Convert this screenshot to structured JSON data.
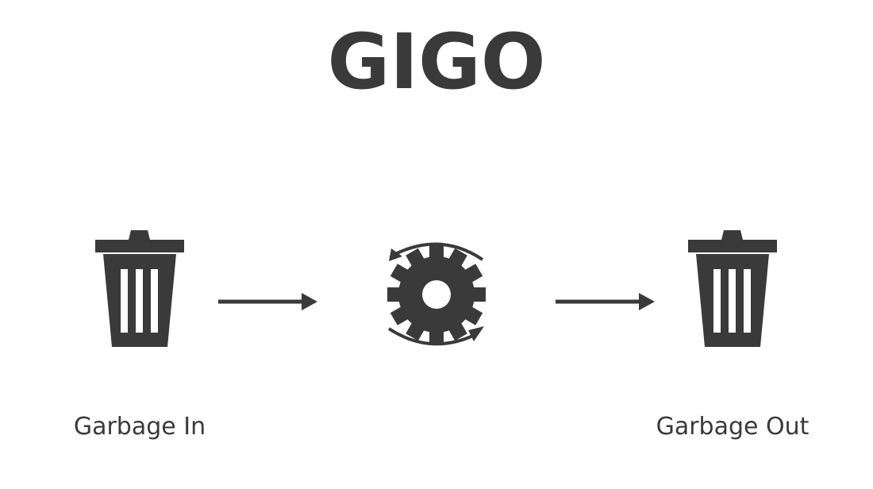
{
  "title": "GIGO",
  "input_label": "Garbage In",
  "output_label": "Garbage Out",
  "colors": {
    "ink": "#3a3a3a",
    "background": "#ffffff"
  },
  "icons": {
    "input": "trash-can-icon",
    "process": "rotating-gear-icon",
    "output": "trash-can-icon",
    "connector": "arrow-right-icon"
  }
}
